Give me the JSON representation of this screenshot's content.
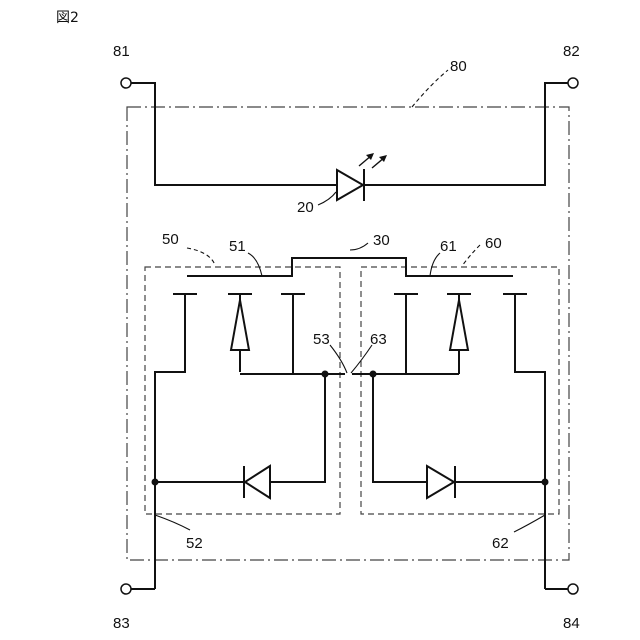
{
  "figure": {
    "title": "図2"
  },
  "labels": {
    "module": "80",
    "terminal_top_left": "81",
    "terminal_top_right": "82",
    "terminal_bottom_left": "83",
    "terminal_bottom_right": "84",
    "led": "20",
    "gate_bridge": "30",
    "region_left": "50",
    "gate_left": "51",
    "wire_left": "52",
    "node_left": "53",
    "region_right": "60",
    "gate_right": "61",
    "wire_right": "62",
    "node_right": "63"
  }
}
